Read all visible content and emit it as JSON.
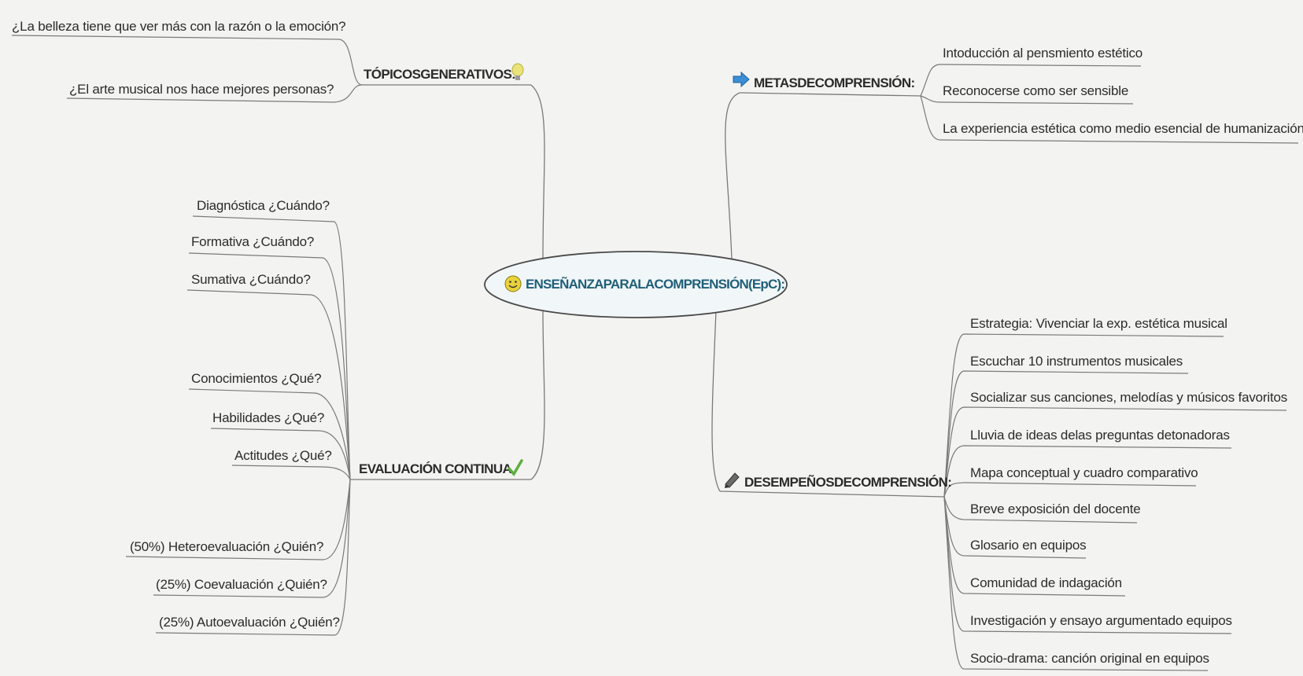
{
  "center": {
    "label": "ENSEÑANZAPARALACOMPRENSIÓN(EpC):",
    "icon": "smiley-icon"
  },
  "branches": {
    "topicos": {
      "label": "TÓPICOSGENERATIVOS:",
      "icon": "lightbulb-icon",
      "items": [
        "¿La belleza tiene que ver más con la razón o la emoción?",
        "¿El arte musical nos hace mejores personas?"
      ]
    },
    "metas": {
      "label": "METASDECOMPRENSIÓN:",
      "icon": "arrow-right-icon",
      "items": [
        "Intoducción al pensmiento estético",
        "Reconocerse como ser sensible",
        "La experiencia estética como medio esencial de humanización"
      ]
    },
    "evaluacion": {
      "label": "EVALUACIÓN CONTINUA",
      "icon": "checkmark-icon",
      "items": [
        "Diagnóstica ¿Cuándo?",
        "Formativa ¿Cuándo?",
        "Sumativa ¿Cuándo?",
        "Conocimientos ¿Qué?",
        "Habilidades ¿Qué?",
        "Actitudes ¿Qué?",
        "(50%) Heteroevaluación ¿Quién?",
        "(25%) Coevaluación ¿Quién?",
        "(25%) Autoevaluación ¿Quién?"
      ]
    },
    "desempenos": {
      "label": "DESEMPEÑOSDECOMPRENSIÓN:",
      "icon": "pencil-icon",
      "items": [
        "Estrategia: Vivenciar la exp. estética musical",
        "Escuchar 10 instrumentos musicales",
        "Socializar sus canciones, melodías y músicos favoritos",
        "Lluvia de ideas delas preguntas detonadoras",
        "Mapa conceptual y cuadro comparativo",
        "Breve exposición del docente",
        "Glosario en equipos",
        "Comunidad de indagación",
        "Investigación y ensayo argumentado equipos",
        "Socio-drama: canción original en equipos"
      ]
    }
  },
  "colors": {
    "line": "#7a7a7a",
    "center_fill": "#f1f6f9",
    "center_text": "#1f5f78",
    "icon_yellow": "#e9d23c",
    "icon_green": "#5dae3f",
    "icon_blue": "#3a8fd6",
    "icon_gray": "#555555"
  }
}
